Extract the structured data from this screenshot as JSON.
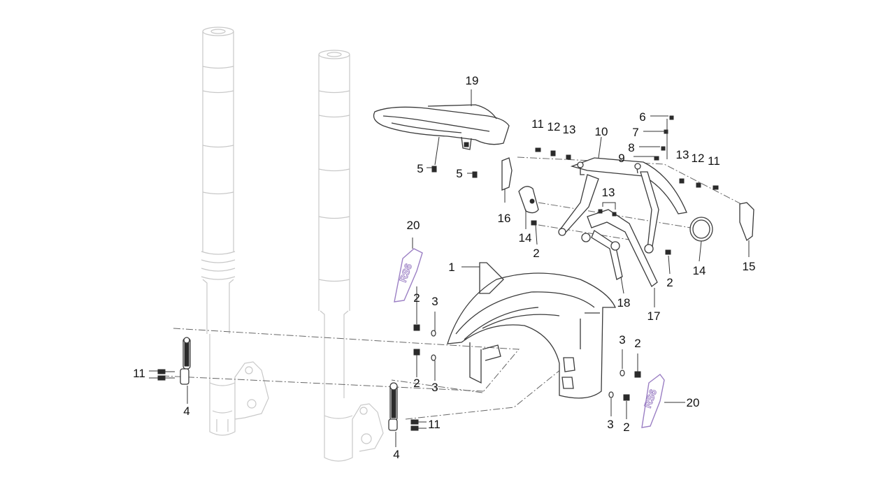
{
  "diagram": {
    "part_labels": [
      {
        "id": "p1",
        "text": "1"
      },
      {
        "id": "p2a",
        "text": "2"
      },
      {
        "id": "p2b",
        "text": "2"
      },
      {
        "id": "p2c",
        "text": "2"
      },
      {
        "id": "p2d",
        "text": "2"
      },
      {
        "id": "p2e",
        "text": "2"
      },
      {
        "id": "p2f",
        "text": "2"
      },
      {
        "id": "p3a",
        "text": "3"
      },
      {
        "id": "p3b",
        "text": "3"
      },
      {
        "id": "p3c",
        "text": "3"
      },
      {
        "id": "p3d",
        "text": "3"
      },
      {
        "id": "p4a",
        "text": "4"
      },
      {
        "id": "p4b",
        "text": "4"
      },
      {
        "id": "p5a",
        "text": "5"
      },
      {
        "id": "p5b",
        "text": "5"
      },
      {
        "id": "p6",
        "text": "6"
      },
      {
        "id": "p7",
        "text": "7"
      },
      {
        "id": "p8",
        "text": "8"
      },
      {
        "id": "p9",
        "text": "9"
      },
      {
        "id": "p10",
        "text": "10"
      },
      {
        "id": "p11a",
        "text": "11"
      },
      {
        "id": "p11b",
        "text": "11"
      },
      {
        "id": "p11c",
        "text": "11"
      },
      {
        "id": "p11d",
        "text": "11"
      },
      {
        "id": "p12a",
        "text": "12"
      },
      {
        "id": "p12b",
        "text": "12"
      },
      {
        "id": "p13a",
        "text": "13"
      },
      {
        "id": "p13b",
        "text": "13"
      },
      {
        "id": "p13c",
        "text": "13"
      },
      {
        "id": "p14a",
        "text": "14"
      },
      {
        "id": "p14b",
        "text": "14"
      },
      {
        "id": "p15",
        "text": "15"
      },
      {
        "id": "p16",
        "text": "16"
      },
      {
        "id": "p17",
        "text": "17"
      },
      {
        "id": "p18",
        "text": "18"
      },
      {
        "id": "p19",
        "text": "19"
      },
      {
        "id": "p20a",
        "text": "20"
      },
      {
        "id": "p20b",
        "text": "20"
      }
    ],
    "decal_text": "RS6",
    "colors": {
      "line": "#3a3a3a",
      "faint": "#c8c8c8",
      "decal": "#9b7fc4",
      "background": "#ffffff"
    }
  }
}
